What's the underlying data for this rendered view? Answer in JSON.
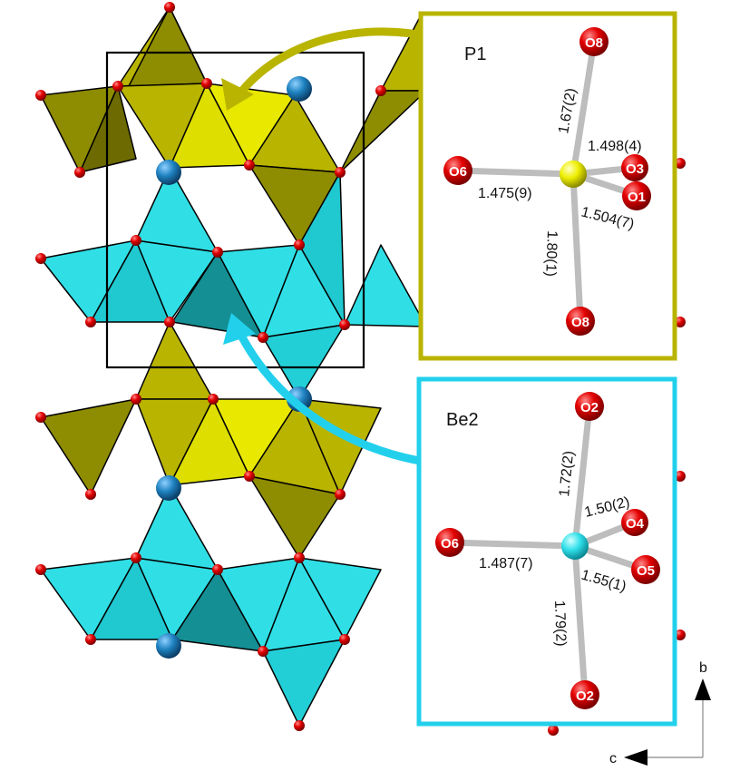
{
  "panels": [
    {
      "title": "P1",
      "accent": "#b9b400",
      "center_color": "#f0f000",
      "atoms": [
        "O8",
        "O6",
        "O3",
        "O1",
        "O8"
      ],
      "distances": [
        "1.67(2)",
        "1.498(4)",
        "1.475(9)",
        "1.504(7)",
        "1.80(1)"
      ]
    },
    {
      "title": "Be2",
      "accent": "#22d0ec",
      "center_color": "#38e0e8",
      "atoms": [
        "O2",
        "O6",
        "O4",
        "O5",
        "O2"
      ],
      "distances": [
        "1.72(2)",
        "1.50(2)",
        "1.487(7)",
        "1.55(1)",
        "1.79(2)"
      ]
    }
  ],
  "axes": {
    "vertical": "b",
    "horizontal": "c"
  },
  "colors": {
    "olive_polyhedra": "#8e8c00",
    "yellow_polyhedra": "#e0e000",
    "cyan_polyhedra": "#20d8e0",
    "teal_polyhedra": "#128c8c",
    "oxygen": "#e00000",
    "cation_sphere": "#1e78b4",
    "bond": "#bdbdbd"
  }
}
